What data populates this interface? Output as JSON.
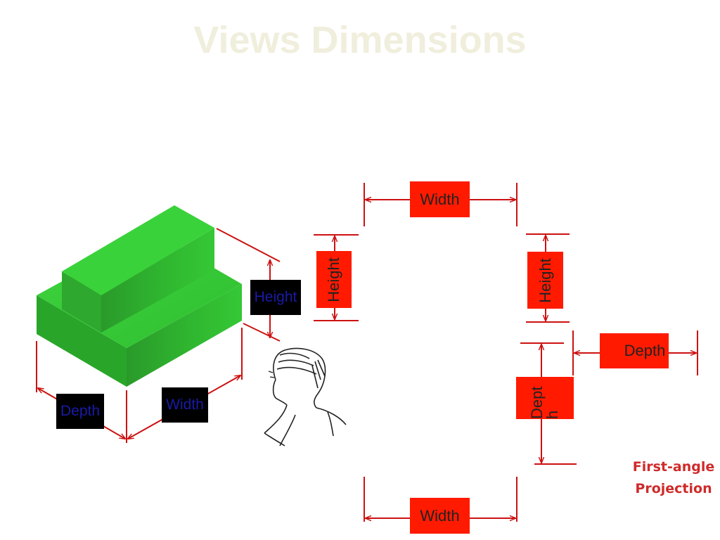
{
  "slide": {
    "title": "Views Dimensions",
    "note_line1": "First-angle",
    "note_line2": "Projection"
  },
  "iso_labels": {
    "height": "Height",
    "depth": "Depth",
    "width": "Width"
  },
  "views": {
    "top_width": "Width",
    "left_height": "Height",
    "right_height": "Height",
    "right_depth": "Depth",
    "side_depth": "Dept h",
    "bottom_width": "Width"
  },
  "colors": {
    "dimension_line": "#cc1111",
    "label_fill_red": "#ff1a00",
    "label_fill_black": "#000000",
    "block_green": "#33cc33",
    "title_color": "#f0eedc",
    "note_color": "#cf2a2a"
  },
  "icons": [
    "observer-figure"
  ]
}
